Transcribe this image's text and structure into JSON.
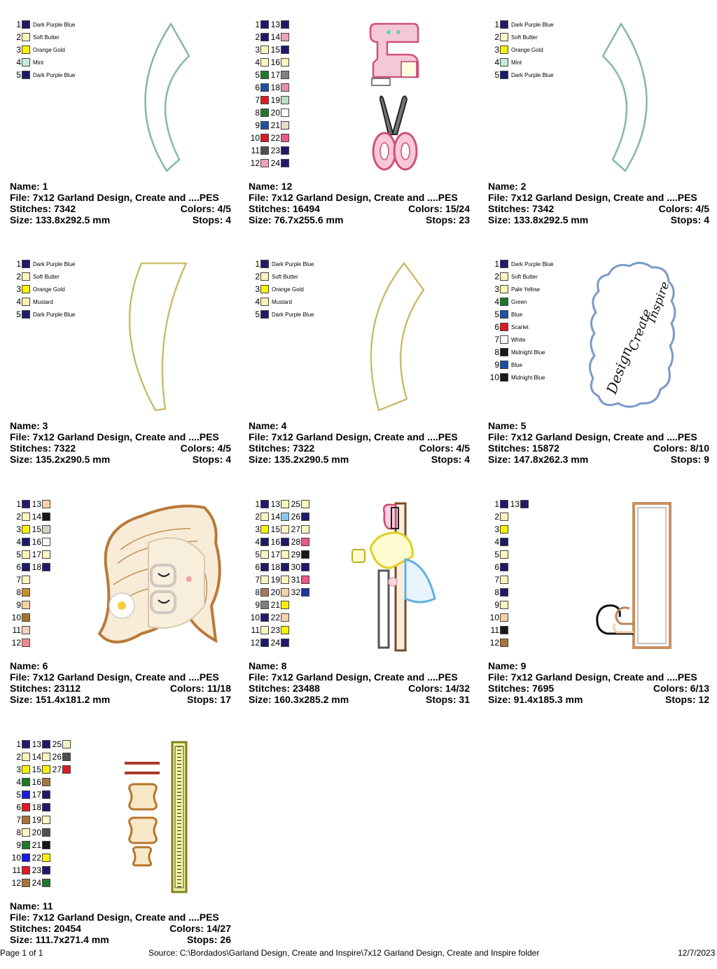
{
  "designs": [
    {
      "name": "Name: 1",
      "file": "File: 7x12 Garland Design, Create and ....PES",
      "stitches": "Stitches: 7342",
      "colors": "Colors: 4/5",
      "size": "Size: 133.8x292.5 mm",
      "stops": "Stops: 4",
      "swatches": [
        {
          "n": "1",
          "c": "#1e1a6b",
          "name": "Dark Purple Blue"
        },
        {
          "n": "2",
          "c": "#fdf5c0",
          "name": "Soft Butter"
        },
        {
          "n": "3",
          "c": "#f8f200",
          "name": "Orange Gold"
        },
        {
          "n": "4",
          "c": "#c8ead8",
          "name": "Mint"
        },
        {
          "n": "5",
          "c": "#1e1a6b",
          "name": "Dark Purple Blue"
        }
      ]
    },
    {
      "name": "Name: 12",
      "file": "File: 7x12 Garland Design, Create and ....PES",
      "stitches": "Stitches: 16494",
      "colors": "Colors: 15/24",
      "size": "Size: 76.7x255.6 mm",
      "stops": "Stops: 23",
      "swatches": [
        {
          "n": "1",
          "c": "#1e1a6b"
        },
        {
          "n": "2",
          "c": "#1e1a6b"
        },
        {
          "n": "3",
          "c": "#fdf5c0"
        },
        {
          "n": "4",
          "c": "#fdf5c0"
        },
        {
          "n": "5",
          "c": "#1e7a28"
        },
        {
          "n": "6",
          "c": "#1a52a8"
        },
        {
          "n": "7",
          "c": "#e01a24"
        },
        {
          "n": "8",
          "c": "#1e7a28"
        },
        {
          "n": "9",
          "c": "#1a52a8"
        },
        {
          "n": "10",
          "c": "#e01a24"
        },
        {
          "n": "11",
          "c": "#505050"
        },
        {
          "n": "12",
          "c": "#f0a0b8"
        },
        {
          "n": "13",
          "c": "#1e1a6b"
        },
        {
          "n": "14",
          "c": "#f0a0b8"
        },
        {
          "n": "15",
          "c": "#1e1a6b"
        },
        {
          "n": "16",
          "c": "#fdf5c0"
        },
        {
          "n": "17",
          "c": "#808080"
        },
        {
          "n": "18",
          "c": "#e890a8"
        },
        {
          "n": "19",
          "c": "#b8e0c8"
        },
        {
          "n": "20",
          "c": "#ffffff"
        },
        {
          "n": "21",
          "c": "#e8d8c8"
        },
        {
          "n": "22",
          "c": "#e85888"
        },
        {
          "n": "23",
          "c": "#1e1a6b"
        },
        {
          "n": "24",
          "c": "#1e1a6b"
        }
      ]
    },
    {
      "name": "Name: 2",
      "file": "File: 7x12 Garland Design, Create and ....PES",
      "stitches": "Stitches: 7342",
      "colors": "Colors: 4/5",
      "size": "Size: 133.8x292.5 mm",
      "stops": "Stops: 4",
      "swatches": [
        {
          "n": "1",
          "c": "#1e1a6b",
          "name": "Dark Purple Blue"
        },
        {
          "n": "2",
          "c": "#fdf5c0",
          "name": "Soft Butter"
        },
        {
          "n": "3",
          "c": "#f8f200",
          "name": "Orange Gold"
        },
        {
          "n": "4",
          "c": "#c8ead8",
          "name": "Mint"
        },
        {
          "n": "5",
          "c": "#1e1a6b",
          "name": "Dark Purple Blue"
        }
      ]
    },
    {
      "name": "Name: 3",
      "file": "File: 7x12 Garland Design, Create and ....PES",
      "stitches": "Stitches: 7322",
      "colors": "Colors: 4/5",
      "size": "Size: 135.2x290.5 mm",
      "stops": "Stops: 4",
      "swatches": [
        {
          "n": "1",
          "c": "#1e1a6b",
          "name": "Dark Purple Blue"
        },
        {
          "n": "2",
          "c": "#fdf5c0",
          "name": "Soft Butter"
        },
        {
          "n": "3",
          "c": "#f8f200",
          "name": "Orange Gold"
        },
        {
          "n": "4",
          "c": "#fdf0b0",
          "name": "Mustard"
        },
        {
          "n": "5",
          "c": "#1e1a6b",
          "name": "Dark Purple Blue"
        }
      ]
    },
    {
      "name": "Name: 4",
      "file": "File: 7x12 Garland Design, Create and ....PES",
      "stitches": "Stitches: 7322",
      "colors": "Colors: 4/5",
      "size": "Size: 135.2x290.5 mm",
      "stops": "Stops: 4",
      "swatches": [
        {
          "n": "1",
          "c": "#1e1a6b",
          "name": "Dark Purple Blue"
        },
        {
          "n": "2",
          "c": "#fdf5c0",
          "name": "Soft Butter"
        },
        {
          "n": "3",
          "c": "#f8f200",
          "name": "Orange Gold"
        },
        {
          "n": "4",
          "c": "#fdf0b0",
          "name": "Mustard"
        },
        {
          "n": "5",
          "c": "#1e1a6b",
          "name": "Dark Purple Blue"
        }
      ]
    },
    {
      "name": "Name: 5",
      "file": "File: 7x12 Garland Design, Create and ....PES",
      "stitches": "Stitches: 15872",
      "colors": "Colors: 8/10",
      "size": "Size: 147.8x262.3 mm",
      "stops": "Stops: 9",
      "swatches": [
        {
          "n": "1",
          "c": "#1e1a6b",
          "name": "Dark Purple Blue"
        },
        {
          "n": "2",
          "c": "#fdf5c0",
          "name": "Soft Butter"
        },
        {
          "n": "3",
          "c": "#fdf8b0",
          "name": "Pale Yellow"
        },
        {
          "n": "4",
          "c": "#1e7a28",
          "name": "Green"
        },
        {
          "n": "5",
          "c": "#1a52a8",
          "name": "Blue"
        },
        {
          "n": "6",
          "c": "#e01a24",
          "name": "Scarlet"
        },
        {
          "n": "7",
          "c": "#ffffff",
          "name": "White"
        },
        {
          "n": "8",
          "c": "#181818",
          "name": "Midnight Blue"
        },
        {
          "n": "9",
          "c": "#1a52a8",
          "name": "Blue"
        },
        {
          "n": "10",
          "c": "#181818",
          "name": "Midnight Blue"
        }
      ]
    },
    {
      "name": "Name: 6",
      "file": "File: 7x12 Garland Design, Create and ....PES",
      "stitches": "Stitches: 23112",
      "colors": "Colors: 11/18",
      "size": "Size: 151.4x181.2 mm",
      "stops": "Stops: 17",
      "swatches": [
        {
          "n": "1",
          "c": "#1e1a6b"
        },
        {
          "n": "2",
          "c": "#fdf5c0"
        },
        {
          "n": "3",
          "c": "#f8f200"
        },
        {
          "n": "4",
          "c": "#1e1a6b"
        },
        {
          "n": "5",
          "c": "#fdf5c0"
        },
        {
          "n": "6",
          "c": "#1e1a6b"
        },
        {
          "n": "7",
          "c": "#fdf5c0"
        },
        {
          "n": "8",
          "c": "#c8902a"
        },
        {
          "n": "9",
          "c": "#f8d0a8"
        },
        {
          "n": "10",
          "c": "#a8742c"
        },
        {
          "n": "11",
          "c": "#f8d0c0"
        },
        {
          "n": "12",
          "c": "#f08890"
        },
        {
          "n": "13",
          "c": "#f8d0a8"
        },
        {
          "n": "14",
          "c": "#181818"
        },
        {
          "n": "15",
          "c": "#d8d0c0"
        },
        {
          "n": "16",
          "c": "#ffffff"
        },
        {
          "n": "17",
          "c": "#fdf5c0"
        },
        {
          "n": "18",
          "c": "#1e1a6b"
        }
      ]
    },
    {
      "name": "Name: 8",
      "file": "File: 7x12 Garland Design, Create and ....PES",
      "stitches": "Stitches: 23488",
      "colors": "Colors: 14/32",
      "size": "Size: 160.3x285.2 mm",
      "stops": "Stops: 31",
      "swatches": [
        {
          "n": "1",
          "c": "#1e1a6b"
        },
        {
          "n": "2",
          "c": "#fdf5c0"
        },
        {
          "n": "3",
          "c": "#f8f200"
        },
        {
          "n": "4",
          "c": "#1e1a6b"
        },
        {
          "n": "5",
          "c": "#fdf5c0"
        },
        {
          "n": "6",
          "c": "#1e1a6b"
        },
        {
          "n": "7",
          "c": "#fdf5c0"
        },
        {
          "n": "8",
          "c": "#a87a5c"
        },
        {
          "n": "9",
          "c": "#808080"
        },
        {
          "n": "10",
          "c": "#1e1a6b"
        },
        {
          "n": "11",
          "c": "#fdf5c0"
        },
        {
          "n": "12",
          "c": "#1e1a6b"
        },
        {
          "n": "13",
          "c": "#fdf5c0"
        },
        {
          "n": "14",
          "c": "#88c8ec"
        },
        {
          "n": "15",
          "c": "#fdf5c0"
        },
        {
          "n": "16",
          "c": "#1e1a6b"
        },
        {
          "n": "17",
          "c": "#fdf5c0"
        },
        {
          "n": "18",
          "c": "#1e1a6b"
        },
        {
          "n": "19",
          "c": "#fdf5c0"
        },
        {
          "n": "20",
          "c": "#f8d0a8"
        },
        {
          "n": "21",
          "c": "#f8f200"
        },
        {
          "n": "22",
          "c": "#f8d0a8"
        },
        {
          "n": "23",
          "c": "#f8f200"
        },
        {
          "n": "24",
          "c": "#1e1a6b"
        },
        {
          "n": "25",
          "c": "#fdf5c0"
        },
        {
          "n": "26",
          "c": "#1e1a6b"
        },
        {
          "n": "27",
          "c": "#fdf5c0"
        },
        {
          "n": "28",
          "c": "#e85888"
        },
        {
          "n": "29",
          "c": "#181818"
        },
        {
          "n": "30",
          "c": "#1e1a6b"
        },
        {
          "n": "31",
          "c": "#e85888"
        },
        {
          "n": "32",
          "c": "#1a3a9a"
        }
      ]
    },
    {
      "name": "Name: 9",
      "file": "File: 7x12 Garland Design, Create and ....PES",
      "stitches": "Stitches: 7695",
      "colors": "Colors: 6/13",
      "size": "Size: 91.4x185.3 mm",
      "stops": "Stops: 12",
      "swatches": [
        {
          "n": "1",
          "c": "#1e1a6b"
        },
        {
          "n": "2",
          "c": "#fdf5c0"
        },
        {
          "n": "3",
          "c": "#f8f200"
        },
        {
          "n": "4",
          "c": "#1e1a6b"
        },
        {
          "n": "5",
          "c": "#fdf5c0"
        },
        {
          "n": "6",
          "c": "#1e1a6b"
        },
        {
          "n": "7",
          "c": "#fdf5c0"
        },
        {
          "n": "8",
          "c": "#1e1a6b"
        },
        {
          "n": "9",
          "c": "#fdf5c0"
        },
        {
          "n": "10",
          "c": "#f8d0a8"
        },
        {
          "n": "11",
          "c": "#181818"
        },
        {
          "n": "12",
          "c": "#a8743c"
        },
        {
          "n": "13",
          "c": "#1e1a6b"
        }
      ]
    },
    {
      "name": "Name: 11",
      "file": "File: 7x12 Garland Design, Create and ....PES",
      "stitches": "Stitches: 20454",
      "colors": "Colors: 14/27",
      "size": "Size: 111.7x271.4 mm",
      "stops": "Stops: 26",
      "swatches": [
        {
          "n": "1",
          "c": "#1e1a6b"
        },
        {
          "n": "2",
          "c": "#fdf5c0"
        },
        {
          "n": "3",
          "c": "#f8f200"
        },
        {
          "n": "4",
          "c": "#1e7a28"
        },
        {
          "n": "5",
          "c": "#1a1ae0"
        },
        {
          "n": "6",
          "c": "#e01a24"
        },
        {
          "n": "7",
          "c": "#a8743c"
        },
        {
          "n": "8",
          "c": "#fdf5c0"
        },
        {
          "n": "9",
          "c": "#1e7a28"
        },
        {
          "n": "10",
          "c": "#1a1ae0"
        },
        {
          "n": "11",
          "c": "#e01a24"
        },
        {
          "n": "12",
          "c": "#a8743c"
        },
        {
          "n": "13",
          "c": "#1e1a6b"
        },
        {
          "n": "14",
          "c": "#fdf5c0"
        },
        {
          "n": "15",
          "c": "#f8f200"
        },
        {
          "n": "16",
          "c": "#a8743c"
        },
        {
          "n": "17",
          "c": "#1e1a6b"
        },
        {
          "n": "18",
          "c": "#1e1a6b"
        },
        {
          "n": "19",
          "c": "#fdf5c0"
        },
        {
          "n": "20",
          "c": "#505050"
        },
        {
          "n": "21",
          "c": "#181818"
        },
        {
          "n": "22",
          "c": "#f8f200"
        },
        {
          "n": "23",
          "c": "#1e1a6b"
        },
        {
          "n": "24",
          "c": "#1e7a28"
        },
        {
          "n": "25",
          "c": "#fdf5c0"
        },
        {
          "n": "26",
          "c": "#505050"
        },
        {
          "n": "27",
          "c": "#e01a24"
        }
      ]
    }
  ],
  "cloud_text": [
    "Design",
    "Create",
    "Inspire"
  ],
  "footer": {
    "page": "Page 1 of 1",
    "source": "Source: C:\\Bordados\\Garland Design, Create and Inspire\\7x12 Garland Design, Create and Inspire folder",
    "date": "12/7/2023"
  }
}
